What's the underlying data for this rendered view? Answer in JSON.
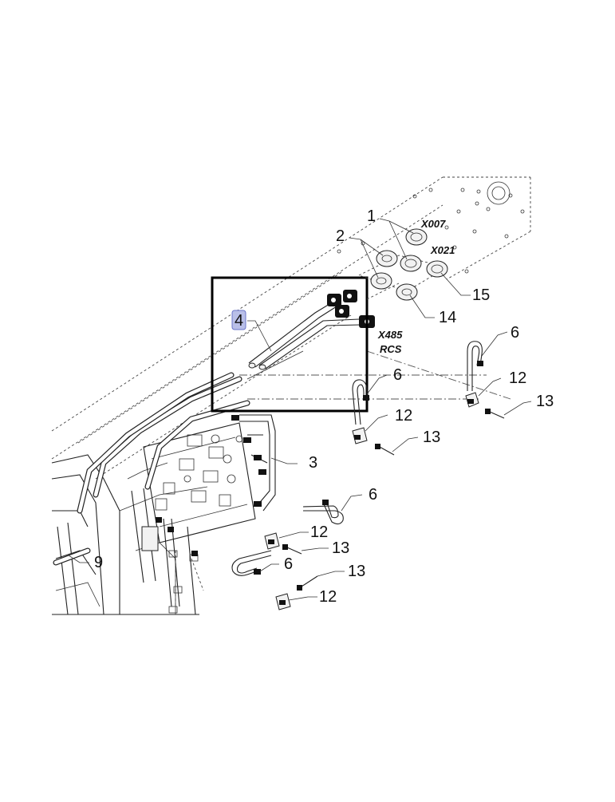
{
  "labels": {
    "item_1": "1",
    "item_2": "2",
    "item_3": "3",
    "item_4": "4",
    "item_6a": "6",
    "item_6b": "6",
    "item_6c": "6",
    "item_6d": "6",
    "item_9": "9",
    "item_12a": "12",
    "item_12b": "12",
    "item_12c": "12",
    "item_12d": "12",
    "item_13a": "13",
    "item_13b": "13",
    "item_13c": "13",
    "item_13d": "13",
    "item_14": "14",
    "item_15": "15"
  },
  "connectors": {
    "x007": "X007",
    "x021": "X021",
    "x485": "X485",
    "rcs": "RCS"
  },
  "colors": {
    "highlight_fill": "#b9bfe8",
    "line": "#222222",
    "frame": "#000000"
  }
}
